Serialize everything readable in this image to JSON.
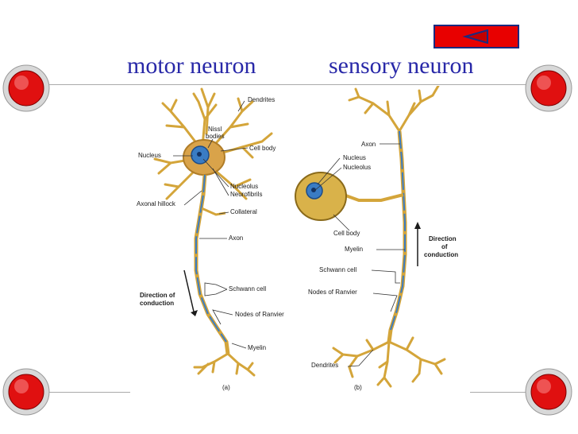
{
  "nav": {
    "back_icon": "triangle-left-icon"
  },
  "titles": {
    "motor": "motor neuron",
    "sensory": "sensory neuron"
  },
  "colors": {
    "title": "#2828a8",
    "button": "#e80000",
    "corner": "#e01010",
    "neuron": "#d4a53a",
    "myelin": "#3a7cc4"
  },
  "motor": {
    "labels": {
      "dendrites": "Dendrites",
      "nissl1": "Nissl",
      "nissl2": "bodies",
      "cell_body": "Cell body",
      "nucleus": "Nucleus",
      "nucleolus": "Nucleolus",
      "neurofibrils": "Neurofibrils",
      "axonal_hillock": "Axonal hillock",
      "collateral": "Collateral",
      "axon": "Axon",
      "schwann": "Schwann cell",
      "direction1": "Direction of",
      "direction2": "conduction",
      "nodes": "Nodes of Ranvier",
      "myelin": "Myelin",
      "panel": "(a)"
    }
  },
  "sensory": {
    "labels": {
      "axon": "Axon",
      "nucleus": "Nucleus",
      "nucleolus": "Nucleolus",
      "cell_body": "Cell body",
      "direction1": "Direction",
      "direction2": "of",
      "direction3": "conduction",
      "myelin": "Myelin",
      "schwann": "Schwann cell",
      "nodes": "Nodes of Ranvier",
      "dendrites": "Dendrites",
      "panel": "(b)"
    }
  }
}
